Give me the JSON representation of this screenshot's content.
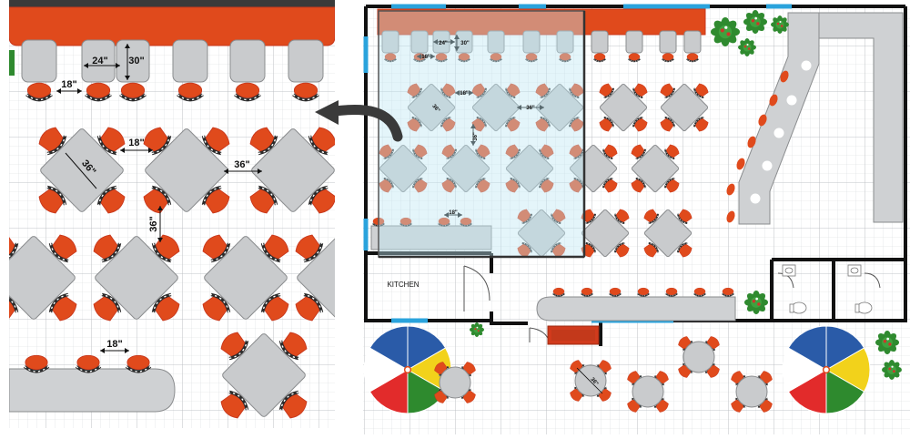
{
  "colors": {
    "grid_minor": "#d7dadd",
    "grid_major": "#a9adb1",
    "wall": "#111111",
    "window": "#2aa3dc",
    "counter": "#e04a1c",
    "counter_edge": "#c8381c",
    "table": "#c9cbcd",
    "table_stroke": "#8a8c8e",
    "chair": "#e04a1c",
    "chair_dark": "#2b2b2b",
    "bar_top": "#cfd1d3",
    "dim": "#111111",
    "magnifier_fill": "#cfeef8",
    "plant": "#2f8a2f",
    "plant_berry": "#d0352a",
    "umbrella": [
      "#2a5ba8",
      "#f2d21b",
      "#2e8a2e",
      "#e22b2b",
      "#ffffff",
      "#2a5ba8"
    ],
    "bench": "#d13a1c"
  },
  "labels": {
    "kitchen": "KITCHEN"
  },
  "dimensions": {
    "large": {
      "w24": "24\"",
      "h30": "30\"",
      "d18_a": "18\"",
      "d36_diag": "36\"",
      "d18_b": "18\"",
      "d36_h": "36\"",
      "d36_v": "36\"",
      "d18_c": "18\""
    },
    "small": {
      "w24": "24\"",
      "h30": "30\"",
      "d18_a": "18\"",
      "d18_b": "18\"",
      "d36_diag": "36\"",
      "d36_h": "36\"",
      "d36_v": "36\"",
      "d18_c": "18\"",
      "d36_patio": "36\""
    }
  },
  "icons": {
    "arrow": "arrow-left-curved-icon",
    "toilet": "toilet-icon",
    "sink": "sink-icon",
    "umbrella": "patio-umbrella-icon",
    "plant": "potted-plant-icon"
  }
}
